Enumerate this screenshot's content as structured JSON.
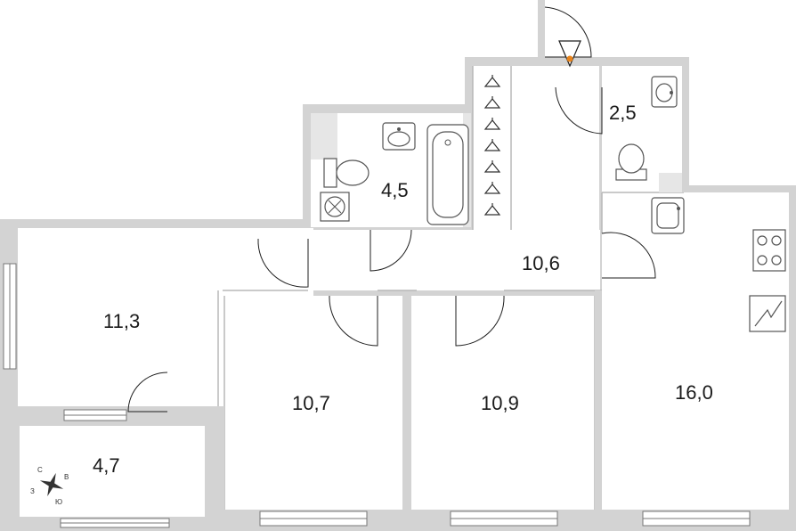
{
  "rooms": [
    {
      "key": "bathroom",
      "area": "4,5"
    },
    {
      "key": "wc",
      "area": "2,5"
    },
    {
      "key": "hall",
      "area": "10,6"
    },
    {
      "key": "room_left",
      "area": "11,3"
    },
    {
      "key": "room_mid_left",
      "area": "10,7"
    },
    {
      "key": "room_mid_right",
      "area": "10,9"
    },
    {
      "key": "kitchen_living",
      "area": "16,0"
    },
    {
      "key": "loggia",
      "area": "4,7"
    }
  ],
  "compass": {
    "north": "С",
    "east": "В",
    "south": "Ю",
    "west": "З"
  },
  "colors": {
    "wall": "#d3d3d3",
    "line": "#1f1f1f",
    "entrance_marker": "#e8841c"
  },
  "icons": [
    "entrance-marker-icon",
    "hanger-icon",
    "sink-icon",
    "bathtub-icon",
    "toilet-icon",
    "washing-machine-icon",
    "stove-icon",
    "electrical-panel-icon",
    "compass-icon"
  ]
}
